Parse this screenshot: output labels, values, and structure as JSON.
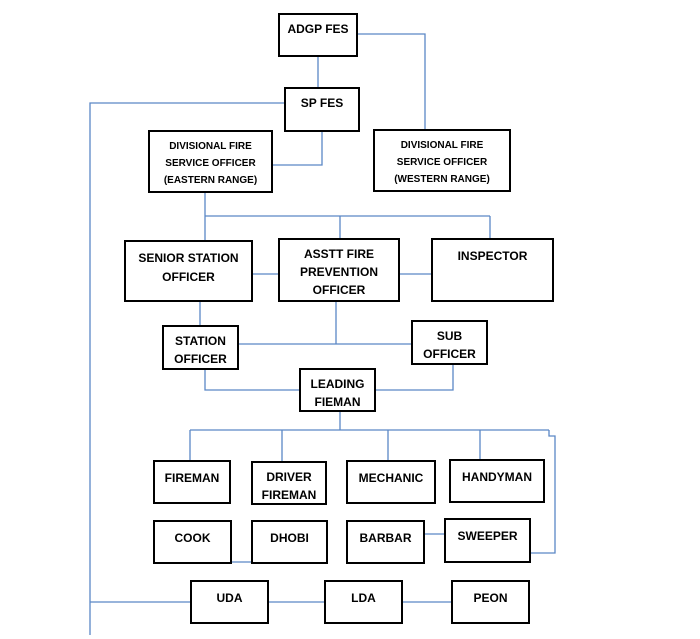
{
  "nodes": {
    "adgp_fes": "ADGP FES",
    "sp_fes": "SP FES",
    "dfso_east": "DIVISIONAL FIRE\nSERVICE OFFICER\n(EASTERN RANGE)",
    "dfso_west": "DIVISIONAL FIRE\nSERVICE  OFFICER\n(WESTERN RANGE)",
    "senior_station_officer": "SENIOR STATION\nOFFICER",
    "asstt_fire_prevention_officer": "ASSTT FIRE\nPREVENTION\nOFFICER",
    "inspector": "INSPECTOR",
    "station_officer": "STATION\nOFFICER",
    "sub_officer": "SUB\nOFFICER",
    "leading_fieman": "LEADING\nFIEMAN",
    "fireman": "FIREMAN",
    "driver_fireman": "DRIVER\nFIREMAN",
    "mechanic": "MECHANIC",
    "handyman": "HANDYMAN",
    "cook": "COOK",
    "dhobi": "DHOBI",
    "barbar": "BARBAR",
    "sweeper": "SWEEPER",
    "uda": "UDA",
    "lda": "LDA",
    "peon": "PEON"
  },
  "colors": {
    "connector": "#5b87c5",
    "border": "#000000"
  }
}
